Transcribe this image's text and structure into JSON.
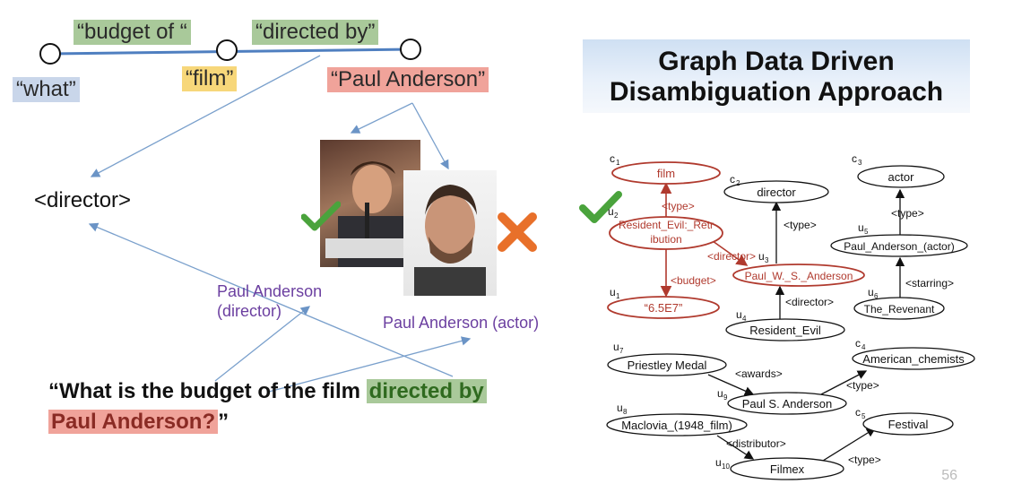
{
  "query_graph": {
    "phrases": [
      {
        "id": "what",
        "text": "“what”"
      },
      {
        "id": "budget",
        "text": "“budget of “"
      },
      {
        "id": "film",
        "text": "“film”"
      },
      {
        "id": "directed",
        "text": "“directed by”"
      },
      {
        "id": "paul",
        "text": "“Paul Anderson”"
      }
    ],
    "director_label": "<director>",
    "candidates": {
      "director": "Paul Anderson (director)",
      "actor": "Paul Anderson (actor)"
    },
    "question": {
      "part1": "“What is the budget of the film ",
      "highlight1": "directed by",
      "highlight2": "Paul Anderson?",
      "part2": "”"
    }
  },
  "title": {
    "line1": "Graph Data Driven",
    "line2": "Disambiguation Approach"
  },
  "graph": {
    "nodes": [
      {
        "id": "c1",
        "sub": "c",
        "idx": "1",
        "label": "film"
      },
      {
        "id": "c2",
        "sub": "c",
        "idx": "2",
        "label": "director"
      },
      {
        "id": "c3",
        "sub": "c",
        "idx": "3",
        "label": "actor"
      },
      {
        "id": "u2",
        "sub": "u",
        "idx": "2",
        "label1": "Resident_Evil:_Retr",
        "label2": "ibution"
      },
      {
        "id": "u3",
        "sub": "u",
        "idx": "3",
        "label": "Paul_W._S._Anderson"
      },
      {
        "id": "u1",
        "sub": "u",
        "idx": "1",
        "label": "“6.5E7”"
      },
      {
        "id": "u4",
        "sub": "u",
        "idx": "4",
        "label": "Resident_Evil"
      },
      {
        "id": "u5",
        "sub": "u",
        "idx": "5",
        "label": "Paul_Anderson_(actor)"
      },
      {
        "id": "u6",
        "sub": "u",
        "idx": "6",
        "label": "The_Revenant"
      },
      {
        "id": "u7",
        "sub": "u",
        "idx": "7",
        "label": "Priestley Medal"
      },
      {
        "id": "c4",
        "sub": "c",
        "idx": "4",
        "label": "American_chemists"
      },
      {
        "id": "u9",
        "sub": "u",
        "idx": "9",
        "label": "Paul S. Anderson"
      },
      {
        "id": "u8",
        "sub": "u",
        "idx": "8",
        "label": "Maclovia_(1948_film)"
      },
      {
        "id": "c5",
        "sub": "c",
        "idx": "5",
        "label": "Festival"
      },
      {
        "id": "u10",
        "sub": "u",
        "idx": "10",
        "label": "Filmex"
      }
    ],
    "edges": [
      {
        "id": "e-type-u2",
        "label": "<type>"
      },
      {
        "id": "e-director-u2",
        "label": "<director>"
      },
      {
        "id": "e-budget",
        "label": "<budget>"
      },
      {
        "id": "e-type-u3",
        "label": "<type>"
      },
      {
        "id": "e-director-u4",
        "label": "<director>"
      },
      {
        "id": "e-type-u5",
        "label": "<type>"
      },
      {
        "id": "e-starring",
        "label": "<starring>"
      },
      {
        "id": "e-awards",
        "label": "<awards>"
      },
      {
        "id": "e-type-u9",
        "label": "<type>"
      },
      {
        "id": "e-distributor",
        "label": "<distributor>"
      },
      {
        "id": "e-type-u10",
        "label": "<type>"
      }
    ]
  },
  "slide_number": "56",
  "colors": {
    "green_hl": "#a9c99a",
    "yellow_hl": "#f7d77a",
    "blue_hl": "#c9d6ea",
    "red_hl": "#f0a39a",
    "match_red": "#b03a2e",
    "check_green": "#4aa33c",
    "cross_orange": "#e8702a",
    "arrow_blue": "#7aa0cc"
  }
}
